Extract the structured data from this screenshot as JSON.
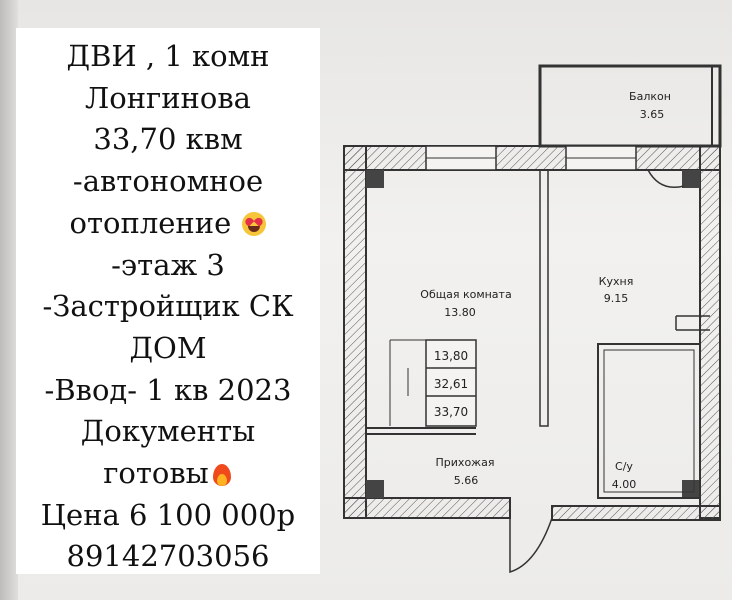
{
  "listing": {
    "lines": [
      "ДВИ , 1 комн",
      "Лонгинова",
      "33,70 квм",
      "-автономное",
      "отопление",
      "-этаж 3",
      "-Застройщик СК",
      "ДОМ",
      "-Ввод- 1 кв 2023",
      "Документы",
      "готовы",
      "Цена 6 100 000р",
      "89142703056"
    ],
    "emoji_after_heating": "heart-eyes-face-icon",
    "emoji_after_documents": "fire-icon"
  },
  "floor_plan": {
    "rooms": {
      "balcony": {
        "name": "Балкон",
        "area": "3.65"
      },
      "kitchen": {
        "name": "Кухня",
        "area": "9.15"
      },
      "living": {
        "name": "Общая комната",
        "area": "13.80"
      },
      "hall": {
        "name": "Прихожая",
        "area": "5.66"
      },
      "bathroom": {
        "name": "С/у",
        "area": "4.00"
      }
    },
    "area_table": [
      "13,80",
      "32,61",
      "33,70"
    ]
  },
  "colors": {
    "card_background": "#ffffff",
    "text": "#111111",
    "plan_ink": "#222222"
  }
}
